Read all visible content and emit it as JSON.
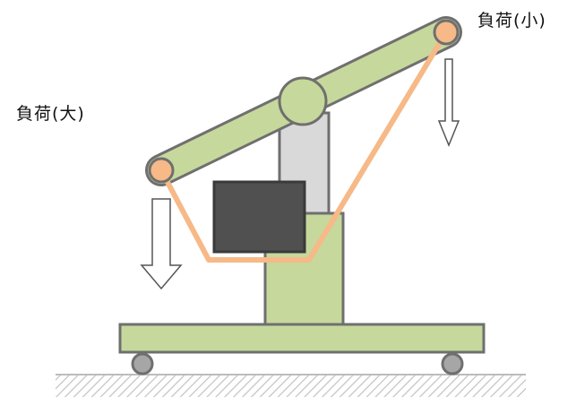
{
  "labels": {
    "load_small": "負荷(小)",
    "load_large": "負荷(大)"
  },
  "colors": {
    "frame_green": "#c6d89c",
    "frame_stroke": "#6f6f6f",
    "column_gray": "#d9d9d9",
    "box_dark": "#505050",
    "rope_orange": "#f6b987",
    "ground_hatch": "#bdbdbd",
    "wheel_gray": "#a6a6a6"
  },
  "icons": {
    "arrow_small": "down-arrow-outline-thin",
    "arrow_large": "down-arrow-outline-thick"
  }
}
